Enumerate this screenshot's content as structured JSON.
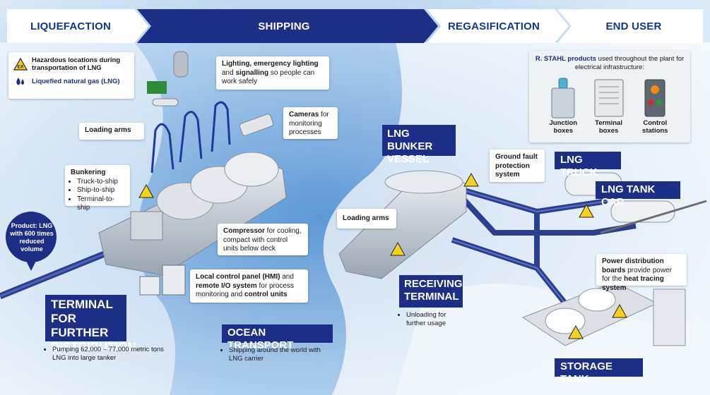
{
  "stages": [
    "LIQUEFACTION",
    "SHIPPING",
    "REGASIFICATION",
    "END USER"
  ],
  "legend": {
    "hazard": "Hazardous locations during transportation of LNG",
    "lng": "Liquefied natural gas (LNG)",
    "ex_mark": "EX"
  },
  "callouts": {
    "lighting": {
      "b1": "Lighting, emergency lighting",
      "t1": " and ",
      "b2": "signalling",
      "t2": " so people can work safely"
    },
    "cameras": {
      "b": "Cameras",
      "t": " for monitoring processes"
    },
    "loading_arms_left": "Loading arms",
    "bunkering": {
      "title": "Bunkering",
      "items": [
        "Truck-to-ship",
        "Ship-to-ship",
        "Terminal-to-ship"
      ]
    },
    "compressor": {
      "b": "Compressor",
      "t": " for cooling, compact with control units below deck"
    },
    "local_panel": {
      "b1": "Local control panel (HMI)",
      "t1": " and ",
      "b2": "remote I/O system",
      "t2": " for process monitoring and ",
      "b3": "control units"
    },
    "loading_arms_right": "Loading arms",
    "ground_fault": "Ground fault protection system",
    "power_dist": {
      "b1": "Power distribution boards",
      "t1": " provide power for the ",
      "b2": "heat tracing system"
    }
  },
  "product_bubble": "Product: LNG with 600 times reduced volume",
  "terminal": {
    "title": "TERMINAL FOR FURTHER DISTRIBUTION",
    "note": "Pumping 62,000 – 77,000 metric tons LNG into large tanker"
  },
  "ocean": {
    "title": "OCEAN TRANSPORT",
    "note": "Shipping around the world with LNG carrier"
  },
  "bunker_vessel": "LNG BUNKER VESSEL",
  "receiving": {
    "title": "RECEIVING TERMINAL",
    "note": "Unloading for further usage"
  },
  "lng_truck": "LNG TRUCK",
  "lng_tank_car": "LNG TANK CAR",
  "storage_tank": "STORAGE TANK",
  "stahl": {
    "brand": "R. STAHL products",
    "rest": " used throughout the plant for electrical infrastructure:",
    "products": [
      "Junction boxes",
      "Terminal boxes",
      "Control stations"
    ]
  },
  "colors": {
    "navy": "#1b2f86",
    "pipe": "#2b3f8f",
    "bg_light": "#e6f0fa",
    "hazard_yellow": "#f5d21b"
  }
}
